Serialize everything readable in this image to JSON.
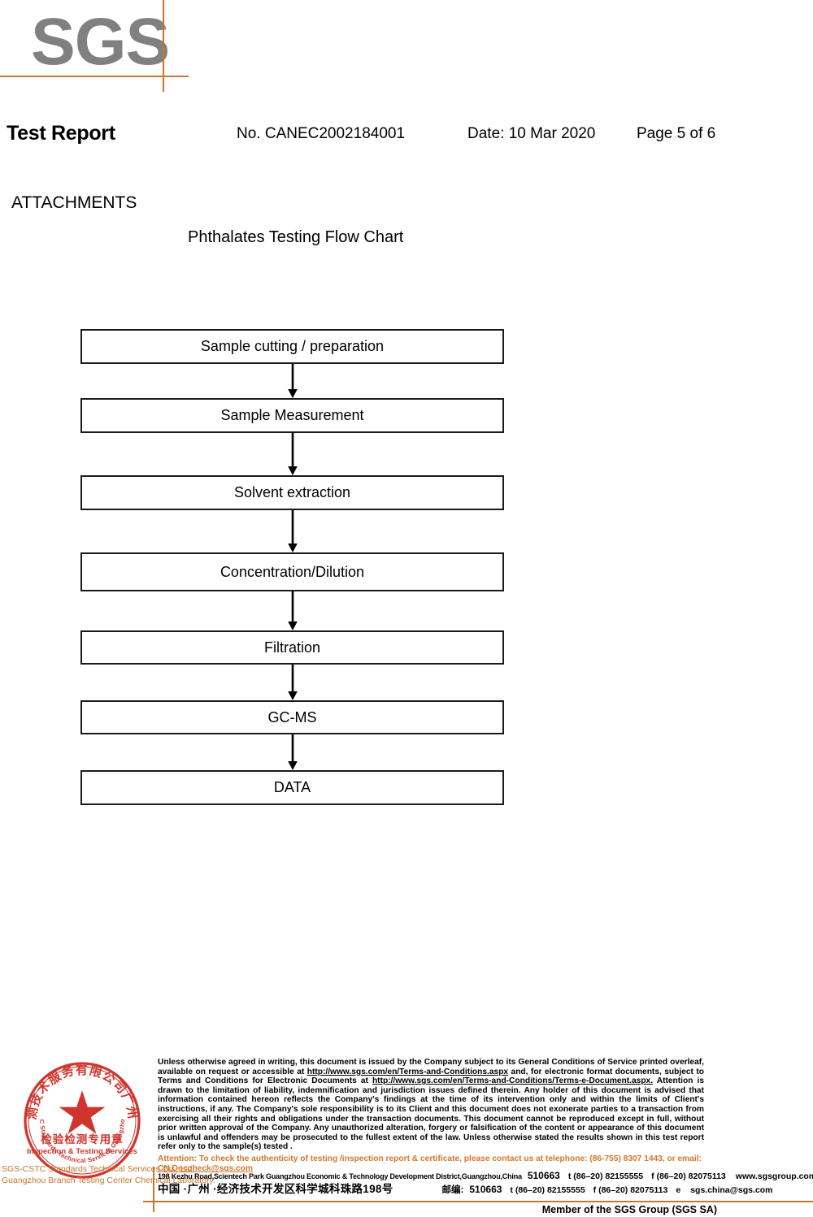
{
  "document": {
    "logo_text": "SGS",
    "brand_color": "#C8762B",
    "logo_color": "#808080"
  },
  "header": {
    "title": "Test Report",
    "report_number": "No. CANEC2002184001",
    "date": "Date: 10 Mar 2020",
    "page": "Page 5 of 6"
  },
  "section": {
    "attachments_label": "ATTACHMENTS",
    "flowchart_title": "Phthalates Testing Flow Chart"
  },
  "chart_data": {
    "type": "diagram",
    "title": "Phthalates Testing Flow Chart",
    "orientation": "vertical",
    "connector": "arrow-down",
    "nodes": [
      {
        "label": "Sample cutting / preparation",
        "height": 43,
        "gap_below": 42
      },
      {
        "label": "Sample Measurement",
        "height": 43,
        "gap_below": 52
      },
      {
        "label": "Solvent extraction",
        "height": 43,
        "gap_below": 52
      },
      {
        "label": "Concentration/Dilution",
        "height": 48,
        "gap_below": 48
      },
      {
        "label": "Filtration",
        "height": 42,
        "gap_below": 44
      },
      {
        "label": "GC-MS",
        "height": 42,
        "gap_below": 44
      },
      {
        "label": "DATA",
        "height": 43,
        "gap_below": 0
      }
    ]
  },
  "seal": {
    "outer_ring_text": "检验检测技术服务有限公司广州分公司",
    "arc_bottom_text": "SGS-CSTC Standards Technical Services Guangzhou Branch",
    "center_text_zh": "检验检测专用章",
    "center_text_en": "Inspection & Testing Services",
    "color": "#D0342C",
    "caption_line1": "SGS-CSTC Standards Technical Services Co., Ltd.",
    "caption_line2": "Guangzhou Branch Testing Center Chemical Laboratory."
  },
  "footer": {
    "legal_parts": {
      "p1": "Unless otherwise agreed in writing, this document is issued by the Company subject to its General Conditions of Service printed overleaf, available on request or accessible at ",
      "link1": "http://www.sgs.com/en/Terms-and-Conditions.aspx",
      "p2": " and, for electronic format documents, subject to Terms and Conditions for Electronic Documents at ",
      "link2": "http://www.sgs.com/en/Terms-and-Conditions/Terms-e-Document.aspx.",
      "p3": " Attention is drawn to the limitation of liability, indemnification and jurisdiction issues defined therein. Any holder of this document is advised that information contained hereon reflects the Company's findings at the time of its intervention only and within the limits of Client's instructions, if any. The Company's sole responsibility is to its Client and this document does not exonerate parties to a transaction from exercising all their rights and obligations under the transaction documents. This document cannot be reproduced except in full, without prior written approval of the Company. Any unauthorized alteration, forgery or falsification of the content or appearance of this document is unlawful and offenders may be prosecuted to the fullest extent of the law. Unless otherwise stated the results shown in this test report refer only to the sample(s) tested ."
    },
    "attention": {
      "text": "Attention: To check the authenticity of testing /inspection report & certificate, please contact us at telephone: (86-755) 8307 1443, or email: ",
      "email": "CN.Doccheck@sgs.com"
    },
    "address_en": {
      "street": "198 Kezhu Road,Scientech Park Guangzhou Economic & Technology Development District,Guangzhou,China",
      "postcode": "510663",
      "tel": "t (86–20) 82155555",
      "fax": "f (86–20) 82075113",
      "web": "www.sgsgroup.com.cn"
    },
    "address_zh": {
      "street": "中国 ·广州 ·经济技术开发区科学城科珠路198号",
      "postcode_label": "邮编:",
      "postcode": "510663",
      "tel": "t (86–20) 82155555",
      "fax": "f (86–20) 82075113",
      "email_prefix": "e",
      "email": "sgs.china@sgs.com"
    },
    "member_line": "Member of the SGS Group (SGS SA)"
  }
}
